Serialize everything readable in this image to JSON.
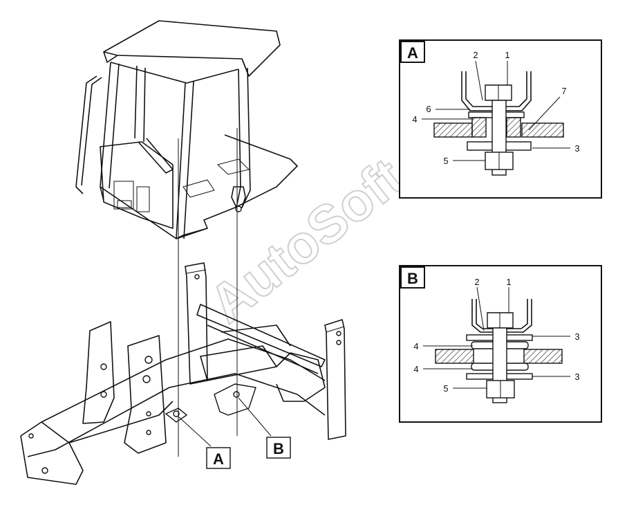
{
  "watermark": "AutoSoft",
  "callouts": {
    "a": "A",
    "b": "B"
  },
  "detail_a": {
    "letter": "A",
    "labels": {
      "l1": "1",
      "l2": "2",
      "l3": "3",
      "l4": "4",
      "l5": "5",
      "l6": "6",
      "l7": "7"
    }
  },
  "detail_b": {
    "letter": "B",
    "labels": {
      "l1": "1",
      "l2": "2",
      "l3a": "3",
      "l3b": "3",
      "l4a": "4",
      "l4b": "4",
      "l5": "5"
    }
  }
}
